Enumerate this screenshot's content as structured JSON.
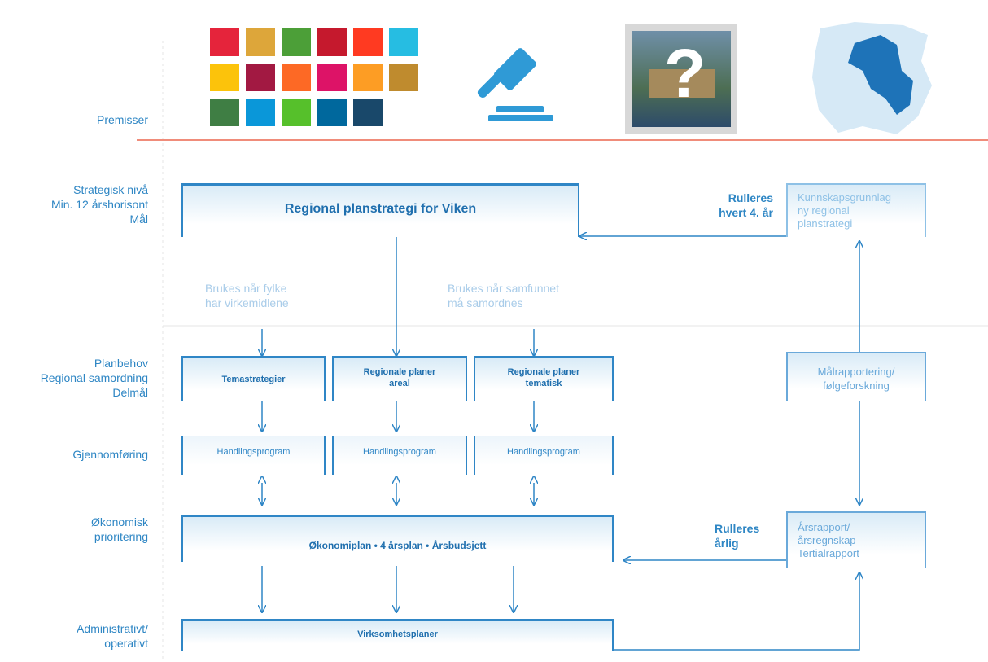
{
  "rows": {
    "premisser": "Premisser",
    "strategisk": [
      "Strategisk nivå",
      "Min. 12 årshorisont",
      "Mål"
    ],
    "planbehov": [
      "Planbehov",
      "Regional samordning",
      "Delmål"
    ],
    "gjennomforing": "Gjennomføring",
    "okonomisk": [
      "Økonomisk",
      "prioritering"
    ],
    "administrativt": [
      "Administrativt/",
      "operativt"
    ]
  },
  "boxes": {
    "planstrategi": "Regional planstrategi for Viken",
    "kunnskap": [
      "Kunnskapsgrunnlag",
      "ny regional",
      "planstrategi"
    ],
    "temastrategier": "Temastrategier",
    "regionale_areal": [
      "Regionale planer",
      "areal"
    ],
    "regionale_tematisk": [
      "Regionale planer",
      "tematisk"
    ],
    "malrapportering": [
      "Målrapportering/",
      "følgeforskning"
    ],
    "handlingsprogram": [
      "Handlingsprogram",
      "Handlingsprogram",
      "Handlingsprogram"
    ],
    "okonomiplan": "Økonomiplan • 4 årsplan • Årsbudsjett",
    "arsrapport": [
      "Årsrapport/",
      "årsregnskap",
      "Tertialrapport"
    ],
    "virksomhetsplaner": "Virksomhetsplaner"
  },
  "notes": {
    "fylke": [
      "Brukes når fylke",
      "har virkemidlene"
    ],
    "samfunnet": [
      "Brukes når samfunnet",
      "må samordnes"
    ],
    "rulleres4": [
      "Rulleres",
      "hvert 4. år"
    ],
    "rulleresarlig": [
      "Rulleres",
      "årlig"
    ]
  },
  "premise_icons": [
    "sdg-goals-grid",
    "gavel-icon",
    "question-mark-photo",
    "viken-map"
  ],
  "colors": {
    "primary": "#2f86c6",
    "light": "#8ec1e6",
    "divider": "#f08c7a",
    "sdg": [
      "#e5243b",
      "#dda63a",
      "#4c9f38",
      "#c5192d",
      "#ff3a21",
      "#26bde2",
      "#fcc30b",
      "#a21942",
      "#fd6925",
      "#dd1367",
      "#fd9d24",
      "#bf8b2e",
      "#3f7e44",
      "#0a97d9",
      "#56c02b",
      "#00689d",
      "#19486a"
    ]
  }
}
